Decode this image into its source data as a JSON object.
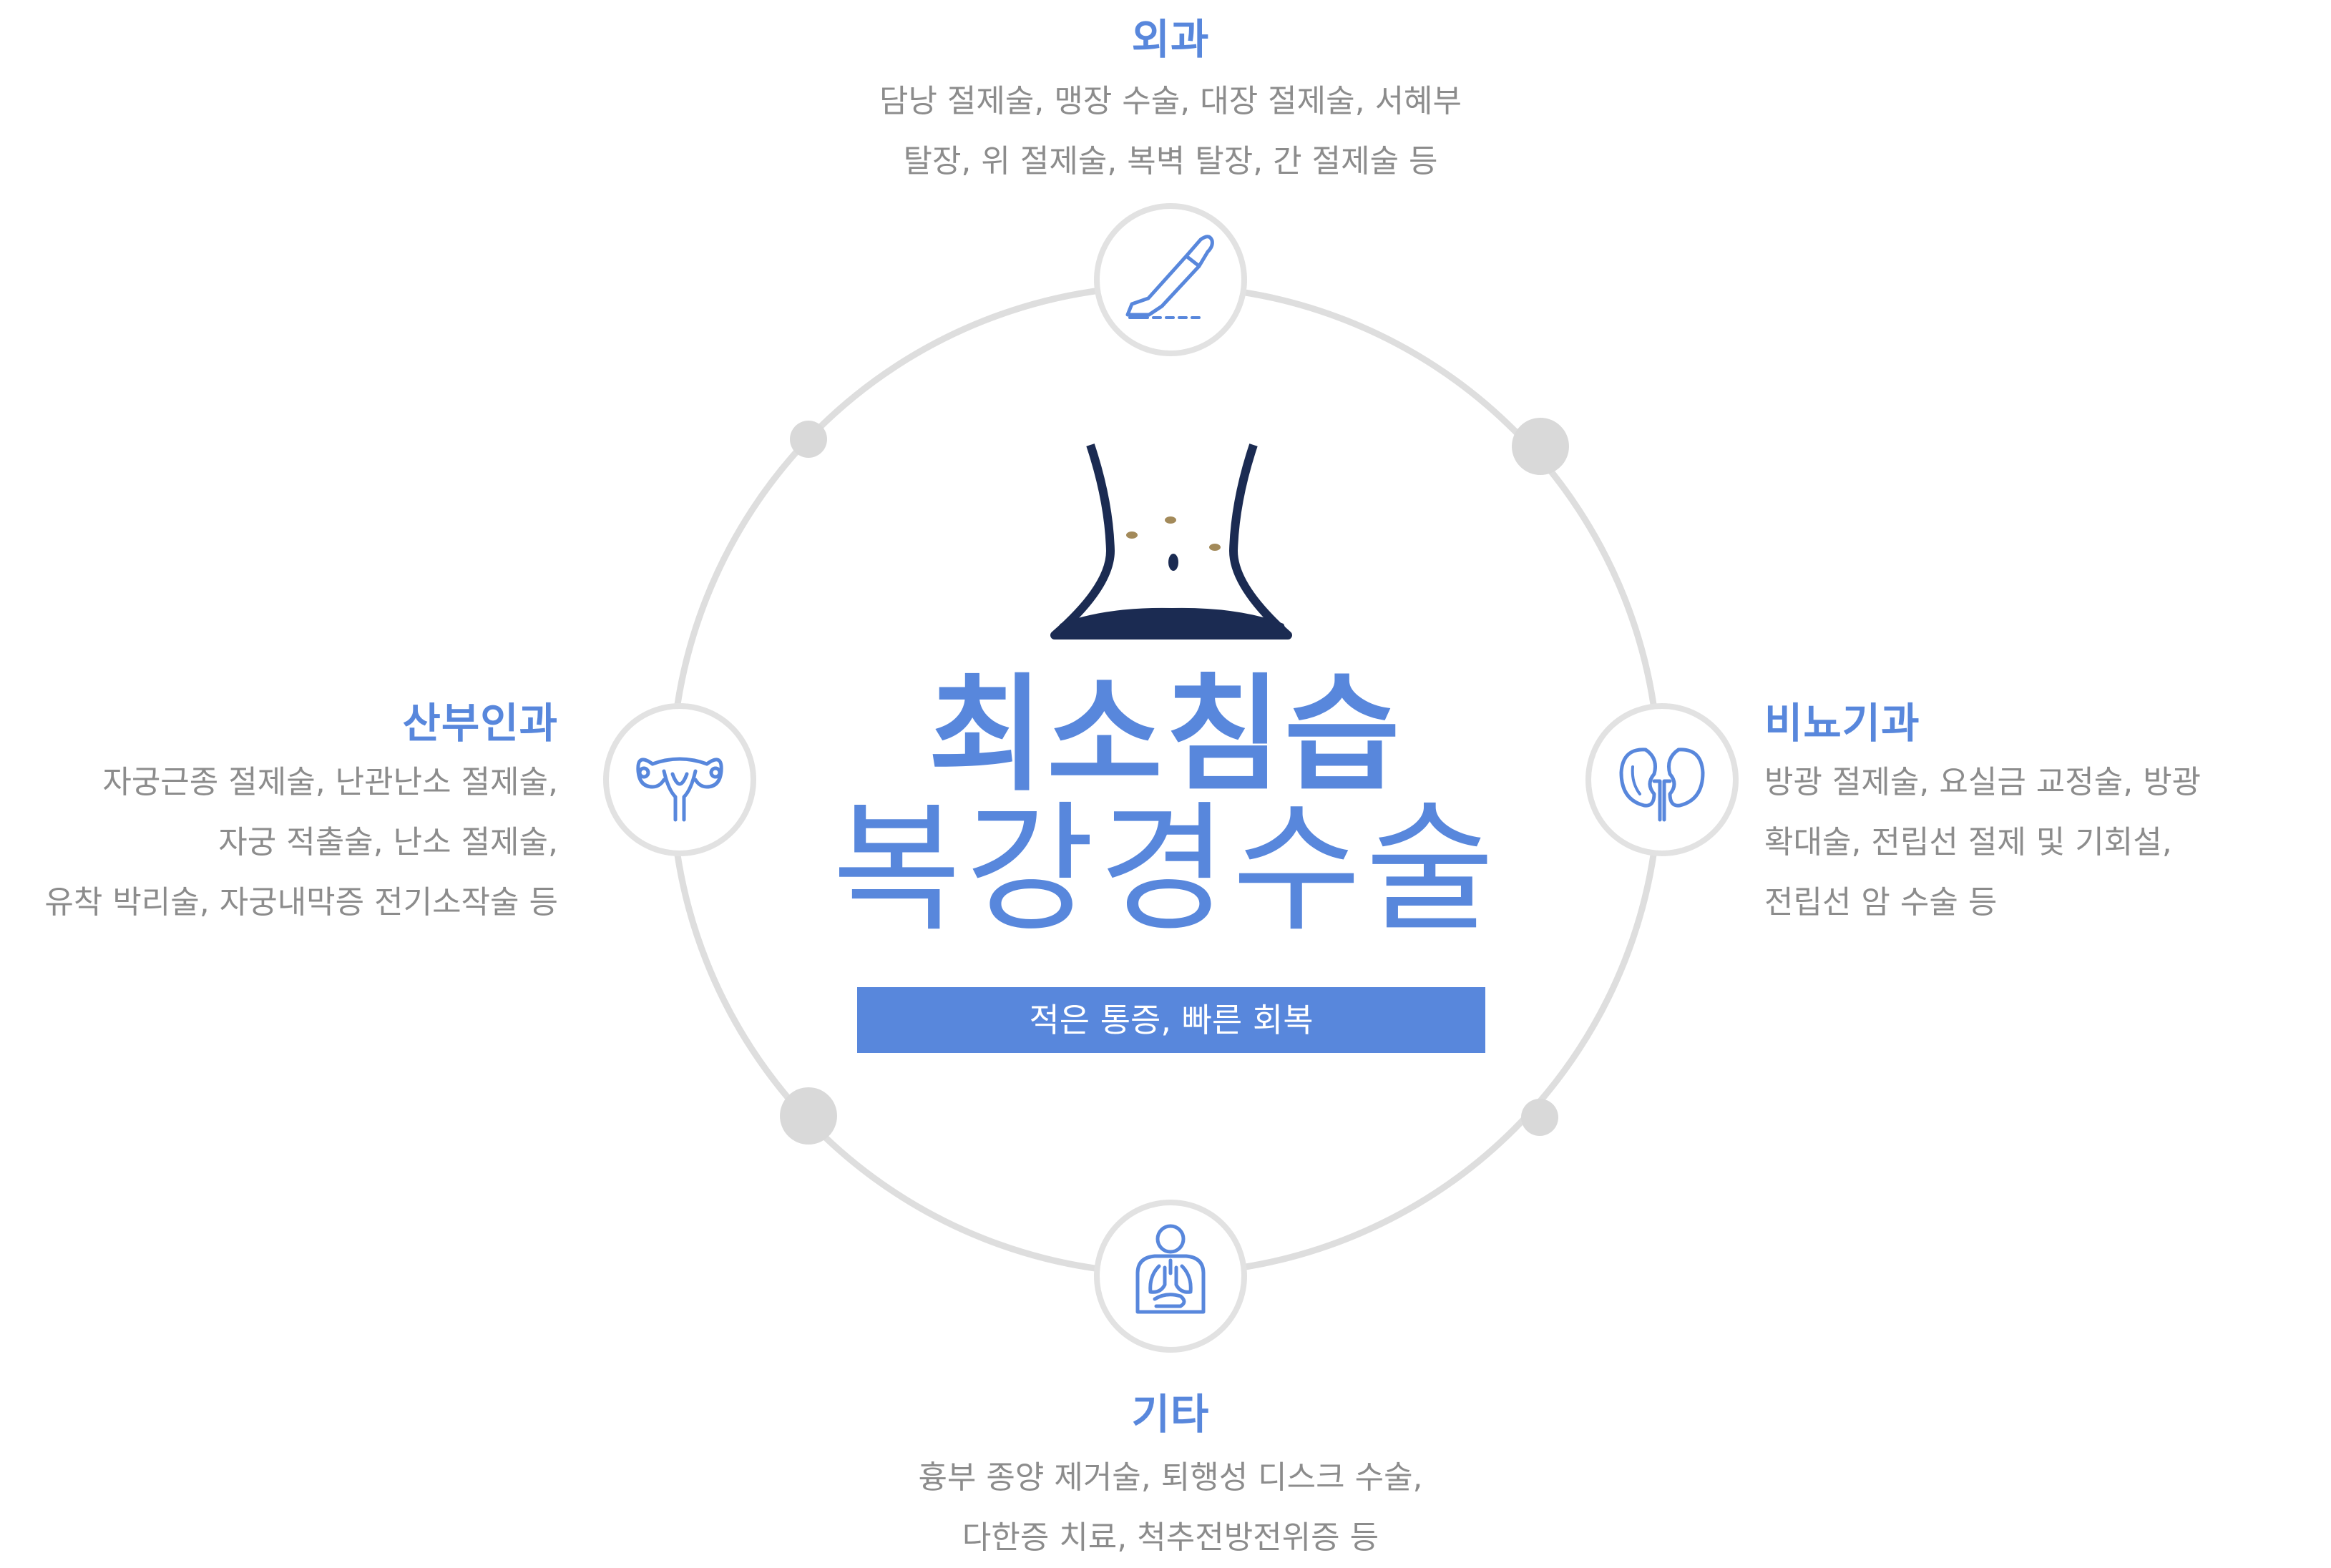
{
  "center": {
    "title_line1": "최소침습",
    "title_line2": "복강경수술",
    "band_label": "적은 통증, 빠른 회복"
  },
  "nodes": {
    "top": {
      "title": "외과",
      "lines": [
        "담낭 절제술, 맹장 수술, 대장 절제술, 서혜부",
        "탈장, 위 절제술, 복벽 탈장, 간 절제술 등"
      ],
      "icon": "scalpel-icon"
    },
    "left": {
      "title": "산부인과",
      "lines": [
        "자궁근종 절제술, 난관난소 절제술,",
        "자궁 적출술, 난소 절제술,",
        "유착 박리술, 자궁내막증 전기소작술 등"
      ],
      "icon": "uterus-icon"
    },
    "right": {
      "title": "비뇨기과",
      "lines": [
        "방광 절제술, 요실금 교정술, 방광",
        "확대술, 전립선 절제 및 기회설,",
        "전립선 암 수술 등"
      ],
      "icon": "kidney-icon"
    },
    "bottom": {
      "title": "기타",
      "lines": [
        "흉부 종양 제거술, 퇴행성 디스크 수술,",
        "다한증 치료, 척추전방전위증 등"
      ],
      "icon": "torso-organs-icon"
    }
  },
  "colors": {
    "accent": "#5887dc",
    "ring": "#dedede",
    "dot": "#d9d9d9",
    "icon_border": "#e2e2e2",
    "text_gray": "#8c8c8c",
    "body_outline": "#1b2b52",
    "band_text": "#ffffff"
  }
}
